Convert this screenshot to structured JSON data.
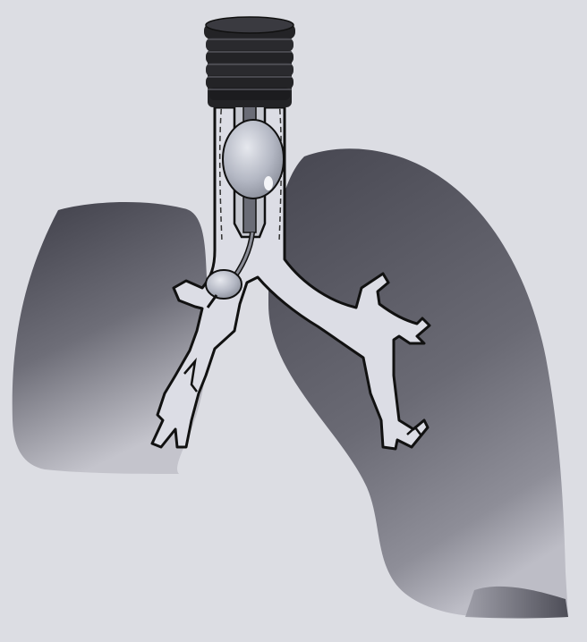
{
  "figure": {
    "background_color": "#dcdde3",
    "lung_dark_color": "#3e3e48",
    "lung_light_color": "#c4c4cc",
    "airway_fill_color": "#dcdde5",
    "outline_color": "#111111",
    "connector_color": "#232326",
    "cuff_color": "#b4b8c4",
    "components": [
      "right-lung",
      "left-lung",
      "trachea",
      "bronchial-tree",
      "endotracheal-tube",
      "tube-connector",
      "tracheal-cuff",
      "bronchial-cuff"
    ]
  }
}
